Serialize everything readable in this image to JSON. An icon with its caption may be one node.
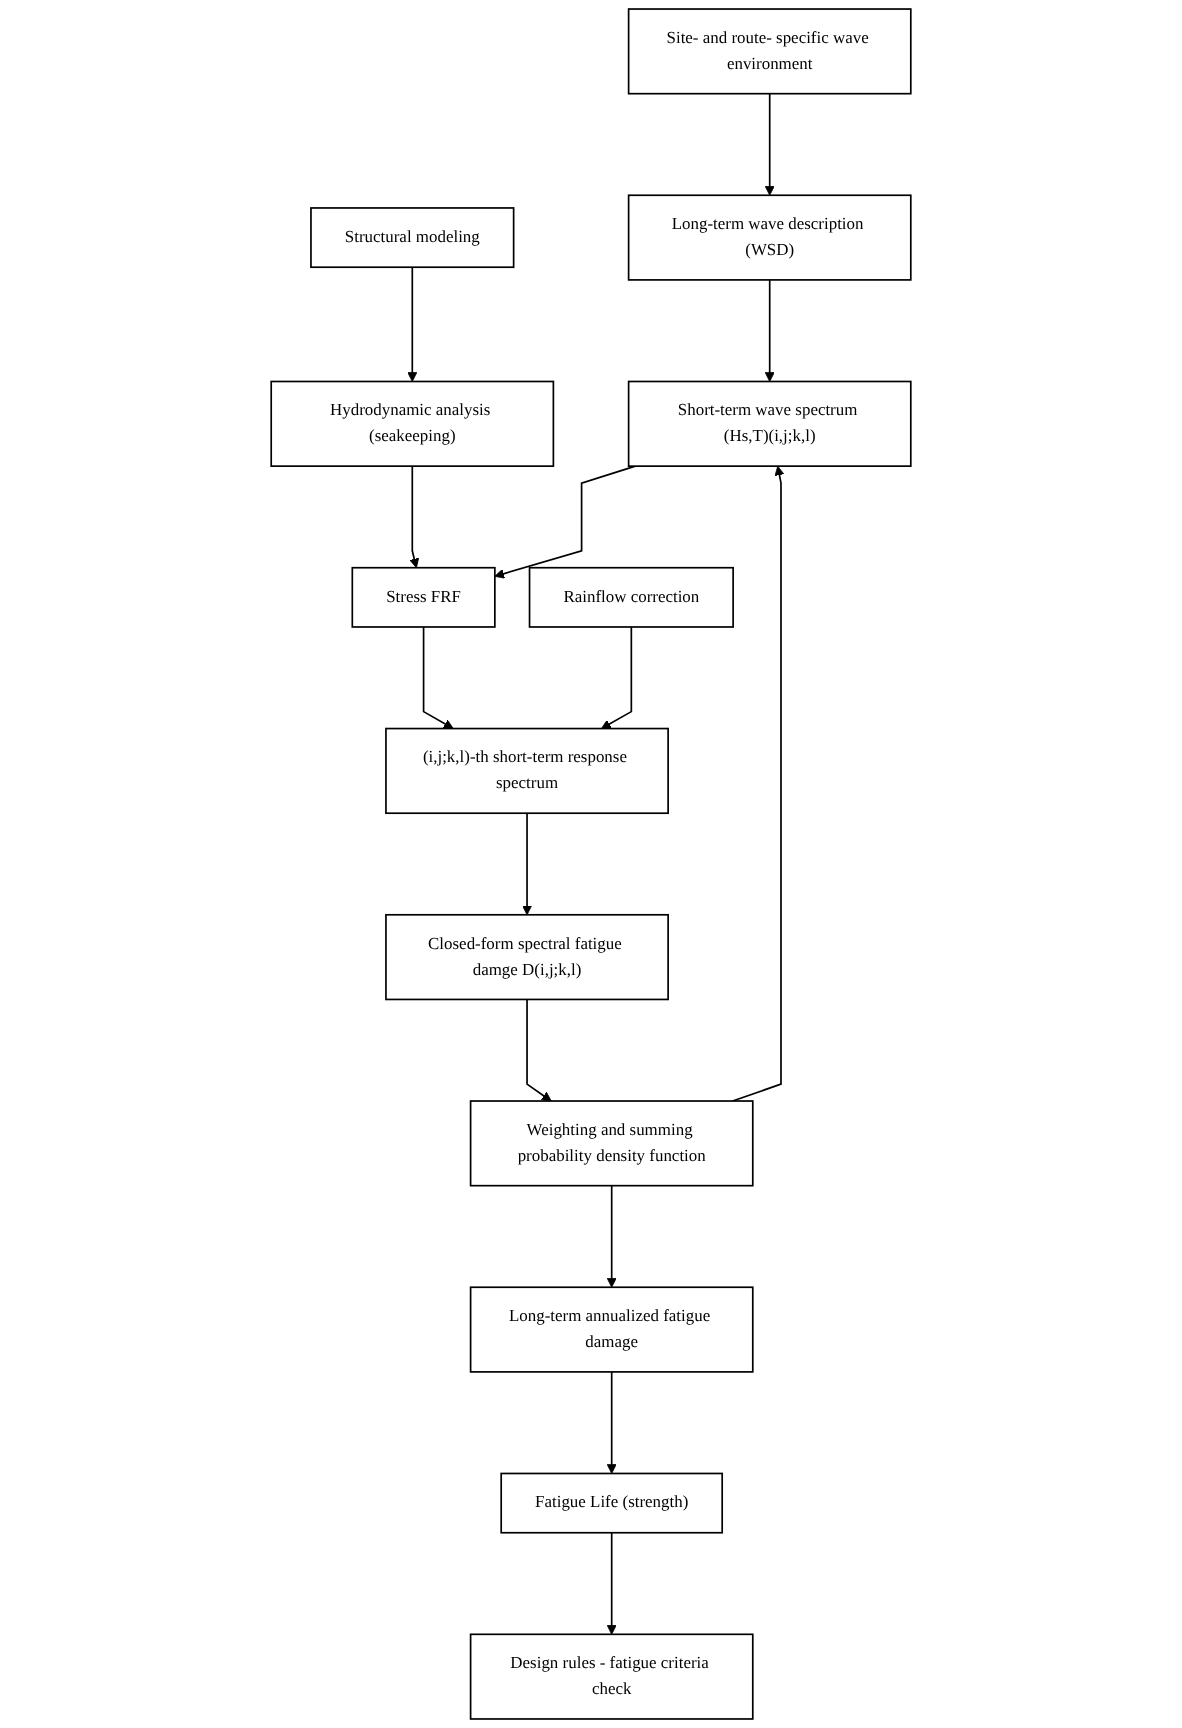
{
  "diagram": {
    "nodes": [
      {
        "text": [
          "Site- and route- specific wave environment"
        ]
      },
      {
        "text": [
          "Structural modeling"
        ]
      },
      {
        "text": [
          "Long-term wave description (WSD)"
        ]
      },
      {
        "text": [
          "Hydrodynamic analysis (seakeeping)"
        ]
      },
      {
        "text": [
          "Short-term wave spectrum (Hs,T)(i,j;k,l)"
        ]
      },
      {
        "text": [
          "Stress FRF"
        ]
      },
      {
        "text": [
          "Rainflow correction"
        ]
      },
      {
        "text": [
          "(i,j;k,l)-th short-term response spectrum"
        ]
      },
      {
        "text": [
          "Closed-form spectral fatigue damge D(i,j;k,l)"
        ]
      },
      {
        "text": [
          "Weighting and summing probability density function"
        ]
      },
      {
        "text": [
          "Long-term annualized fatigue damage"
        ]
      },
      {
        "text": [
          "Fatigue Life (strength)"
        ]
      },
      {
        "text": [
          "Design rules - fatigue criteria check"
        ]
      }
    ],
    "edges": [
      {
        "from": 0,
        "to": 2,
        "arrow": "to"
      },
      {
        "from": 2,
        "to": 4,
        "arrow": "to"
      },
      {
        "from": 1,
        "to": 3,
        "arrow": "to"
      },
      {
        "from": 3,
        "to": 5,
        "arrow": "to"
      },
      {
        "from": 4,
        "to": 5,
        "arrow": "to"
      },
      {
        "from": 5,
        "to": 7,
        "arrow": "to"
      },
      {
        "from": 6,
        "to": 7,
        "arrow": "to"
      },
      {
        "from": 7,
        "to": 8,
        "arrow": "to"
      },
      {
        "from": 8,
        "to": 9,
        "arrow": "to"
      },
      {
        "from": 9,
        "to": 4,
        "arrow": "to"
      },
      {
        "from": 9,
        "to": 10,
        "arrow": "to"
      },
      {
        "from": 10,
        "to": 11,
        "arrow": "to"
      },
      {
        "from": 11,
        "to": 12,
        "arrow": "to"
      }
    ]
  }
}
